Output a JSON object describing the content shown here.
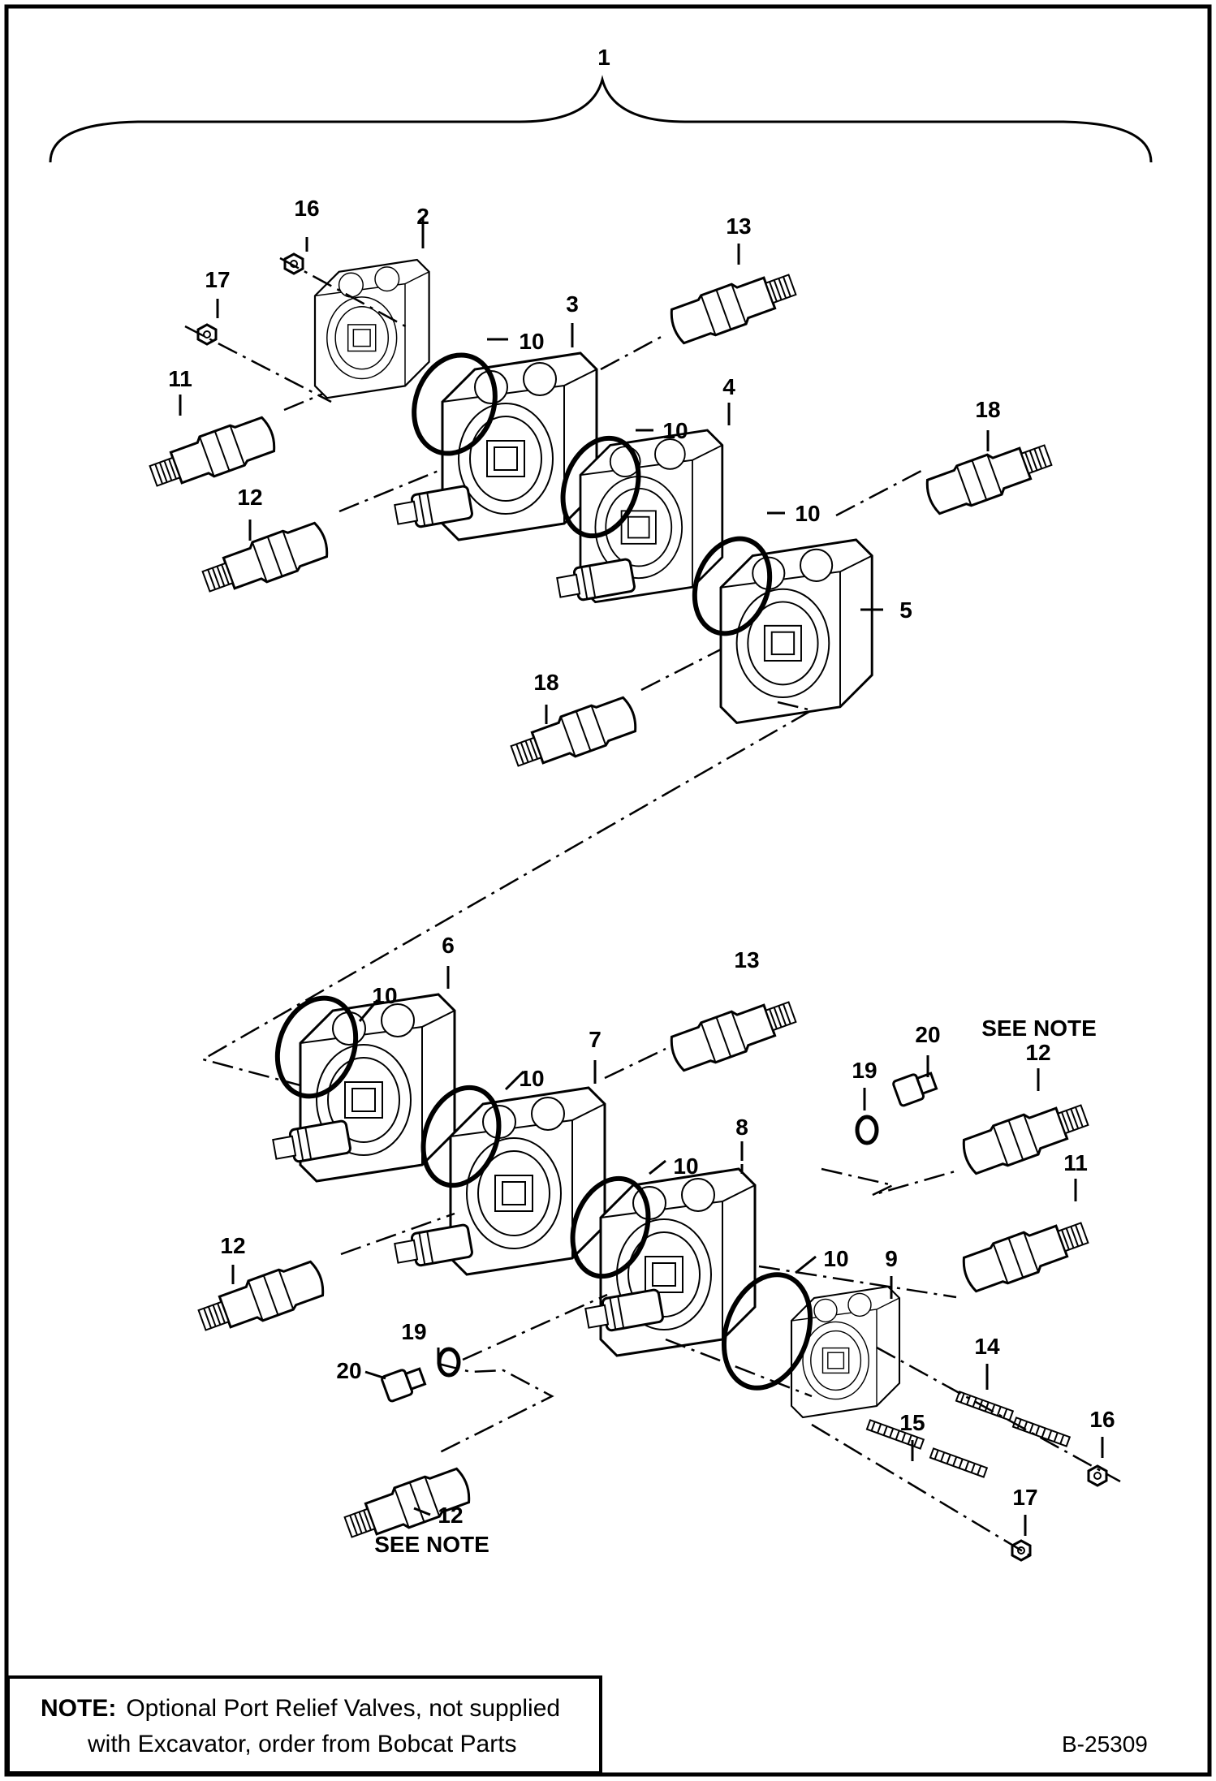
{
  "callouts": {
    "c1": "1",
    "c2": "2",
    "c3": "3",
    "c4": "4",
    "c5": "5",
    "c6": "6",
    "c7": "7",
    "c8": "8",
    "c9": "9",
    "c10": "10",
    "c11": "11",
    "c12": "12",
    "c13": "13",
    "c14": "14",
    "c15": "15",
    "c16": "16",
    "c17": "17",
    "c18": "18",
    "c19": "19",
    "c20": "20"
  },
  "see_note": "SEE NOTE",
  "note": {
    "label": "NOTE:",
    "line1": "Optional Port Relief Valves, not supplied",
    "line2": "with Excavator, order from Bobcat Parts"
  },
  "drawing_ref": "B-25309"
}
